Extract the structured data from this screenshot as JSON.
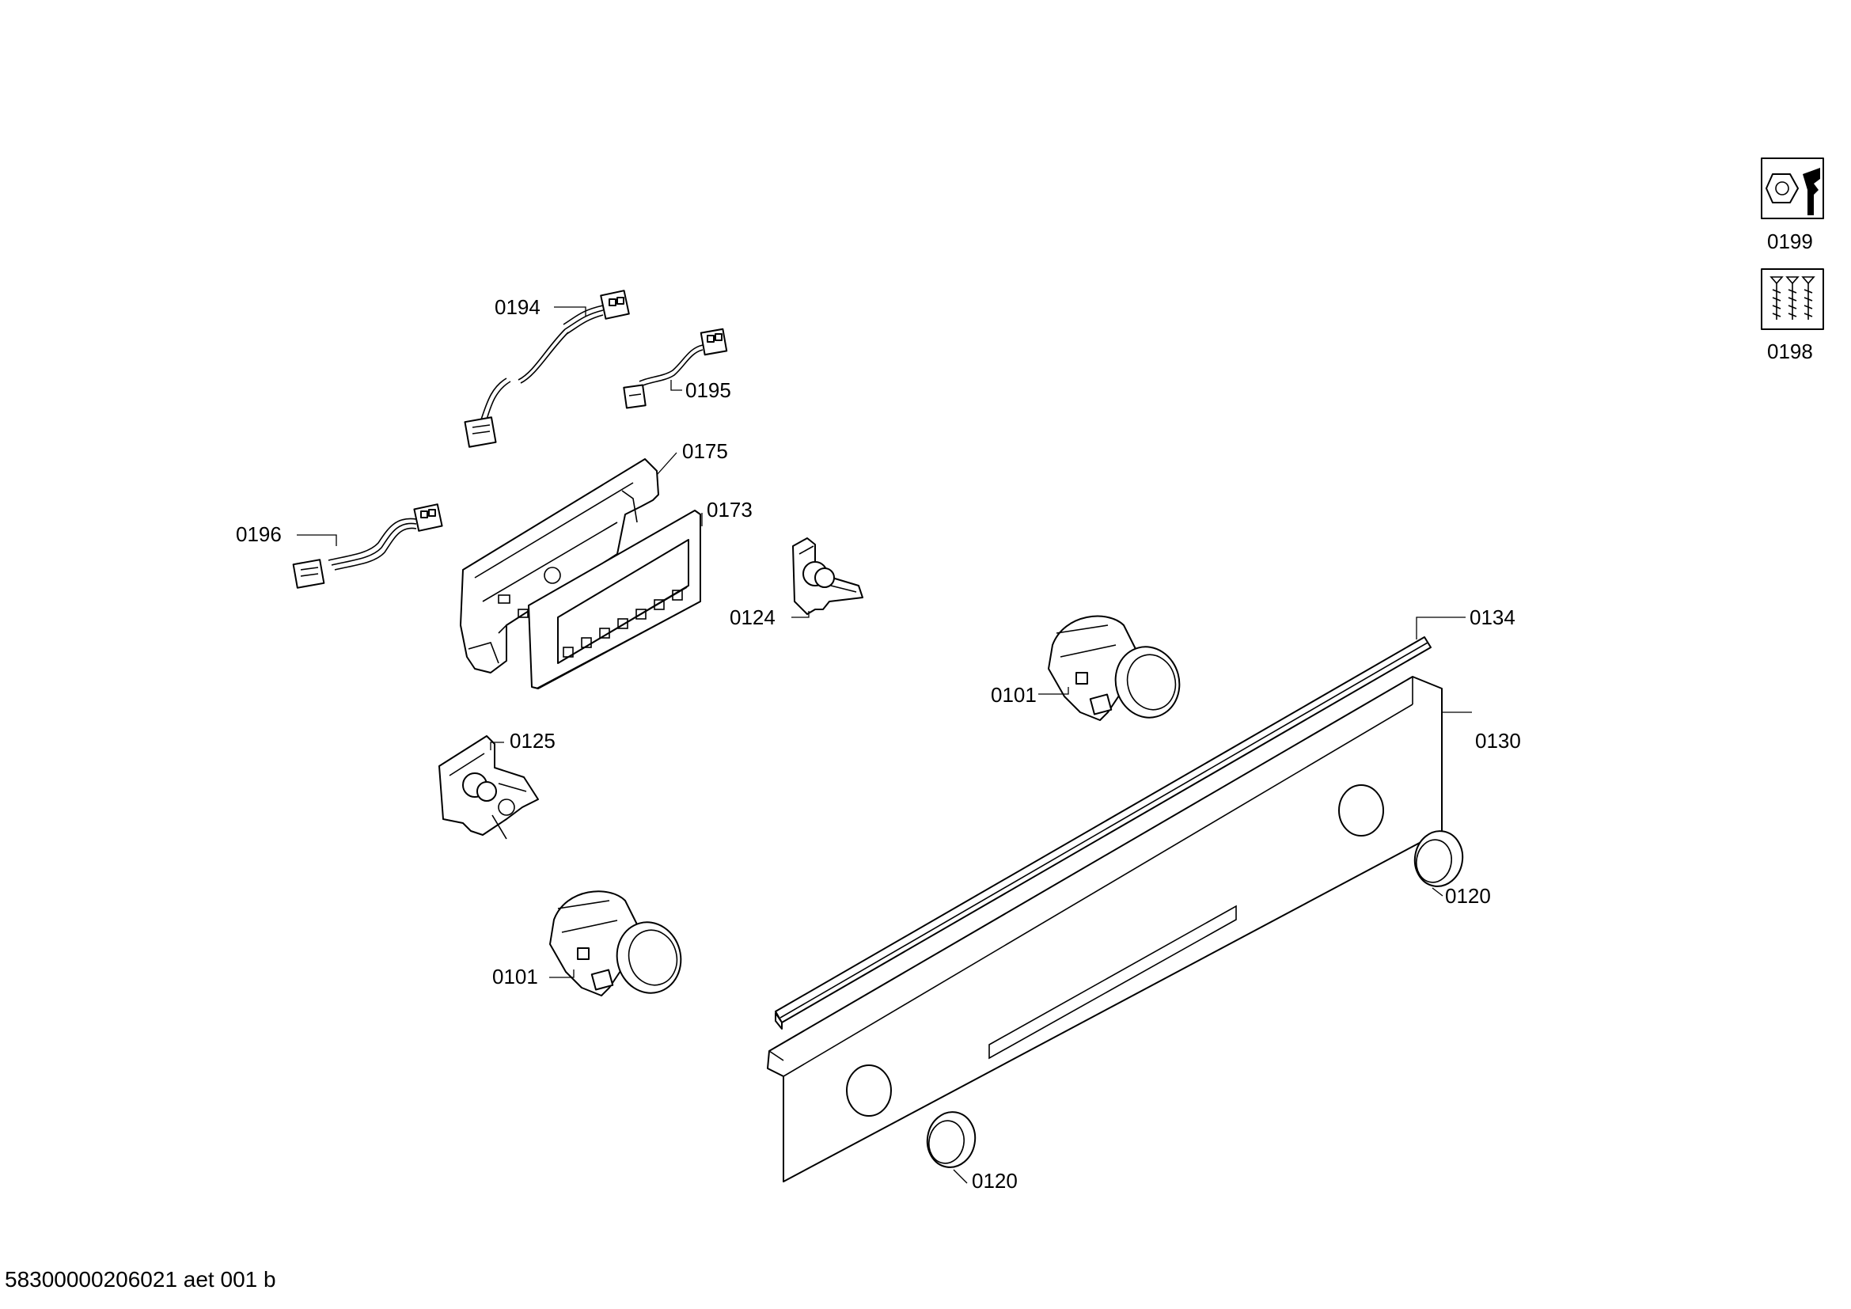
{
  "diagram": {
    "footer_code": "58300000206021 aet 001 b",
    "labels": {
      "p0194": "0194",
      "p0195": "0195",
      "p0175": "0175",
      "p0173": "0173",
      "p0196": "0196",
      "p0124": "0124",
      "p0134": "0134",
      "p0101a": "0101",
      "p0130": "0130",
      "p0125": "0125",
      "p0120a": "0120",
      "p0101b": "0101",
      "p0120b": "0120",
      "p0199": "0199",
      "p0198": "0198"
    },
    "icons": {
      "tools": "wrench-nut-icon",
      "screws": "screws-icon"
    }
  }
}
